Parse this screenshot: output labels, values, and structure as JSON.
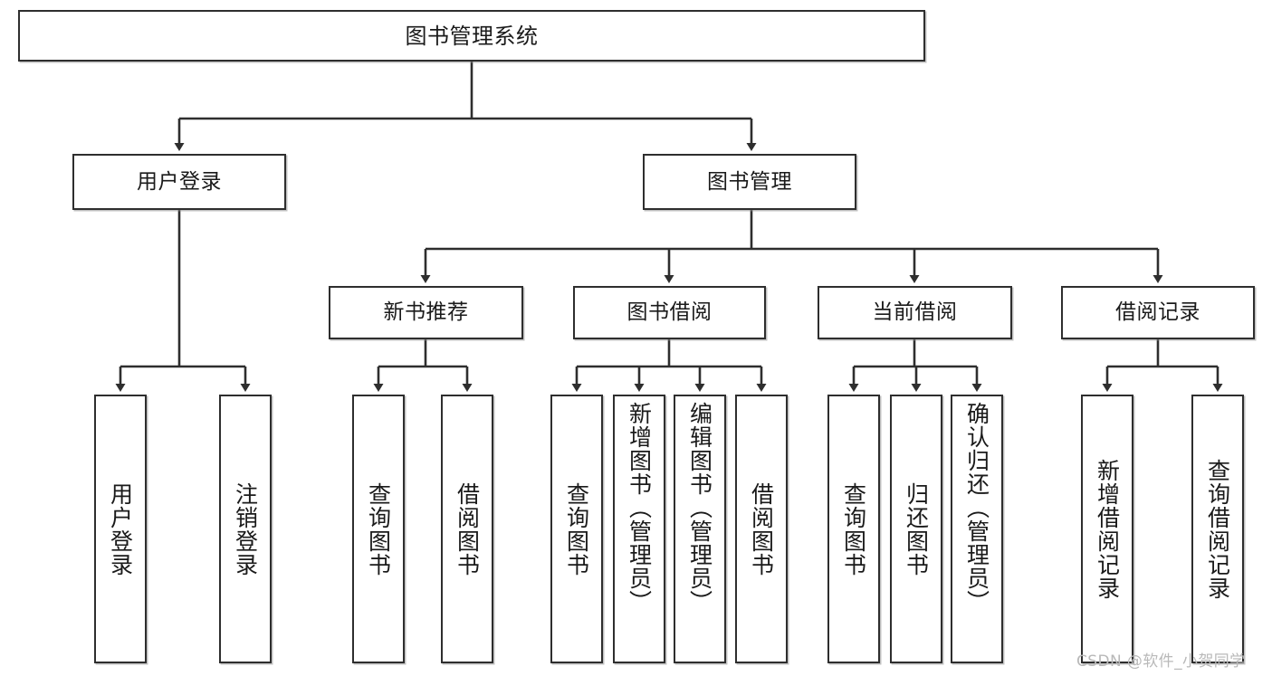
{
  "diagram": {
    "title": "图书管理系统",
    "type": "hierarchy-tree",
    "colors": {
      "box_border": "#2e2e2e",
      "box_fill": "#ffffff",
      "connector": "#2e2e2e",
      "text": "#1a1a1a",
      "watermark": "#b9b9b9"
    },
    "root": {
      "label": "图书管理系统"
    },
    "level2": [
      {
        "label": "用户登录"
      },
      {
        "label": "图书管理"
      }
    ],
    "level3": [
      {
        "label": "新书推荐"
      },
      {
        "label": "图书借阅"
      },
      {
        "label": "当前借阅"
      },
      {
        "label": "借阅记录"
      }
    ],
    "leaves": {
      "user_login": [
        {
          "label": "用户登录"
        },
        {
          "label": "注销登录"
        }
      ],
      "new_book_recommend": [
        {
          "label": "查询图书"
        },
        {
          "label": "借阅图书"
        }
      ],
      "book_borrow": [
        {
          "label": "查询图书"
        },
        {
          "label": "新增图书（管理员）"
        },
        {
          "label": "编辑图书（管理员）"
        },
        {
          "label": "借阅图书"
        }
      ],
      "current_borrow": [
        {
          "label": "查询图书"
        },
        {
          "label": "归还图书"
        },
        {
          "label": "确认归还（管理员）"
        }
      ],
      "borrow_record": [
        {
          "label": "新增借阅记录"
        },
        {
          "label": "查询借阅记录"
        }
      ]
    }
  },
  "watermark": {
    "text": "CSDN @软件_小贺同学"
  }
}
